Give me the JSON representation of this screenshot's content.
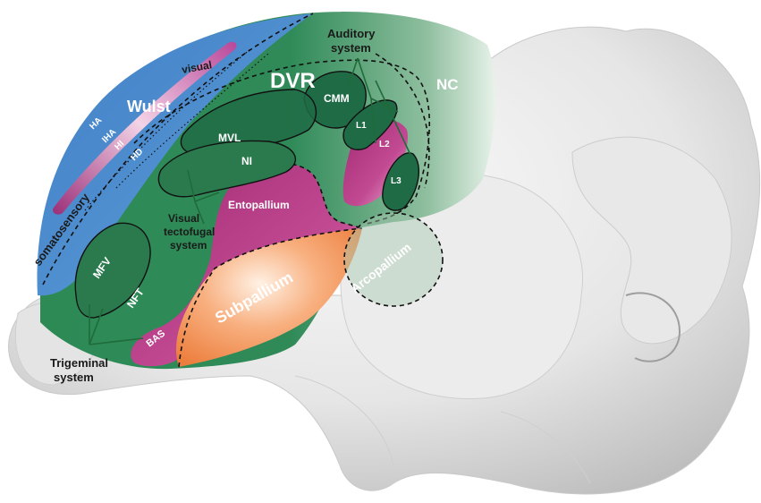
{
  "labels": {
    "dvr": "DVR",
    "nc": "NC",
    "wulst": "Wulst",
    "visual": "visual",
    "somatosensory": "somatosensory",
    "ha": "HA",
    "iha": "IHA",
    "hi": "HI",
    "hd": "HD",
    "auditory_line1": "Auditory",
    "auditory_line2": "system",
    "cmm": "CMM",
    "l1": "L1",
    "l2": "L2",
    "l3": "L3",
    "mvl": "MVL",
    "ni": "NI",
    "entopallium": "Entopallium",
    "visual_tecto_line1": "Visual",
    "visual_tecto_line2": "tectofugal",
    "visual_tecto_line3": "system",
    "mfv": "MFV",
    "nft": "NFT",
    "subpallium": "Subpallium",
    "arcopallium": "Arcopallium",
    "bas": "BAS",
    "trigeminal_line1": "Trigeminal",
    "trigeminal_line2": "system"
  },
  "colors": {
    "wulst_blue": "#4f8fcf",
    "pallium_green": "#2e8a55",
    "nucleus_dark_green": "#1f6b45",
    "entopallium_magenta": "#b0357e",
    "subpallium_orange": "#f08a4b",
    "brain_gray": "#e2e2e2"
  }
}
